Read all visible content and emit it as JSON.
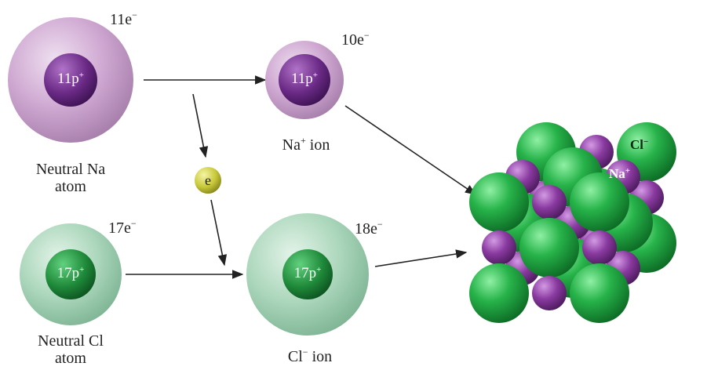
{
  "na_atom": {
    "electrons": "11e",
    "electrons_sup": "−",
    "nucleus": "11p",
    "nucleus_sup": "+",
    "label_line1": "Neutral Na",
    "label_line2": "atom"
  },
  "na_ion": {
    "electrons": "10e",
    "electrons_sup": "−",
    "nucleus": "11p",
    "nucleus_sup": "+",
    "label": "Na",
    "label_sup": "+",
    "label_suffix": " ion"
  },
  "cl_atom": {
    "electrons": "17e",
    "electrons_sup": "−",
    "nucleus": "17p",
    "nucleus_sup": "+",
    "label_line1": "Neutral Cl",
    "label_line2": "atom"
  },
  "cl_ion": {
    "electrons": "18e",
    "electrons_sup": "−",
    "nucleus": "17p",
    "nucleus_sup": "+",
    "label": "Cl",
    "label_sup": "−",
    "label_suffix": " ion"
  },
  "electron": {
    "label": "e"
  },
  "crystal": {
    "cl_label": "Cl",
    "cl_sup": "−",
    "na_label": "Na",
    "na_sup": "+"
  },
  "colors": {
    "na_shell": "#c9a3cc",
    "na_nucleus": "#6a2a86",
    "cl_shell": "#a8d4b8",
    "cl_nucleus": "#1f8a3a",
    "electron": "#c8c83a",
    "crystal_cl": "#27b34a",
    "crystal_na": "#8a3aa0",
    "arrow": "#222222"
  }
}
